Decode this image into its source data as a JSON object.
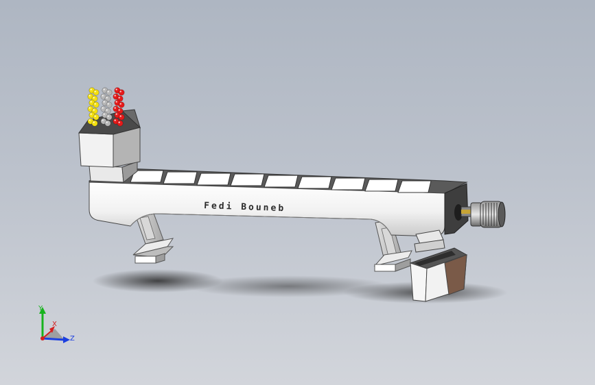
{
  "viewport": {
    "engraving_text": "Fedi Bouneb"
  },
  "triad": {
    "y_label": "Y",
    "x_label": "X",
    "z_label": "Z",
    "colors": {
      "y": "#18b31e",
      "x": "#d42020",
      "z": "#1c3fe0"
    }
  },
  "pellets": {
    "colors": {
      "left": "#f4e010",
      "middle": "#b8b8b8",
      "right": "#e61a1a"
    }
  }
}
